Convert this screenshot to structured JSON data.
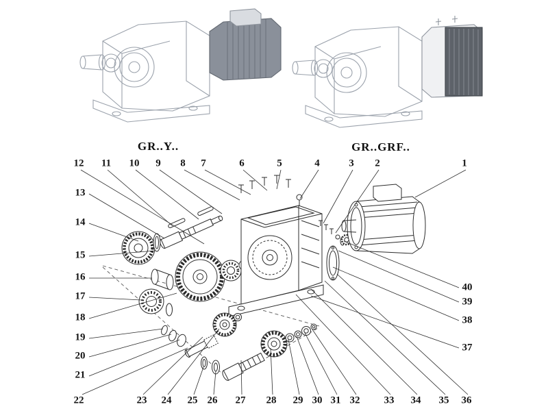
{
  "titles": {
    "left": "GR..Y..",
    "right": "GR..GRF.."
  },
  "callouts": {
    "top": [
      "12",
      "11",
      "10",
      "9",
      "8",
      "7",
      "6",
      "5",
      "4",
      "3",
      "2",
      "1"
    ],
    "left": [
      "13",
      "14",
      "15",
      "16",
      "17",
      "18",
      "19",
      "20",
      "21"
    ],
    "bottom": [
      "22",
      "23",
      "24",
      "25",
      "26",
      "27",
      "28",
      "29",
      "30",
      "31",
      "32",
      "33",
      "34",
      "35",
      "36"
    ],
    "right": [
      "40",
      "39",
      "38",
      "37"
    ]
  },
  "colors": {
    "drawing_line": "#2b2b2b",
    "light_line": "#9aa1ab",
    "motor_fill": "#8a909a",
    "brake_fill": "#5d6269"
  }
}
